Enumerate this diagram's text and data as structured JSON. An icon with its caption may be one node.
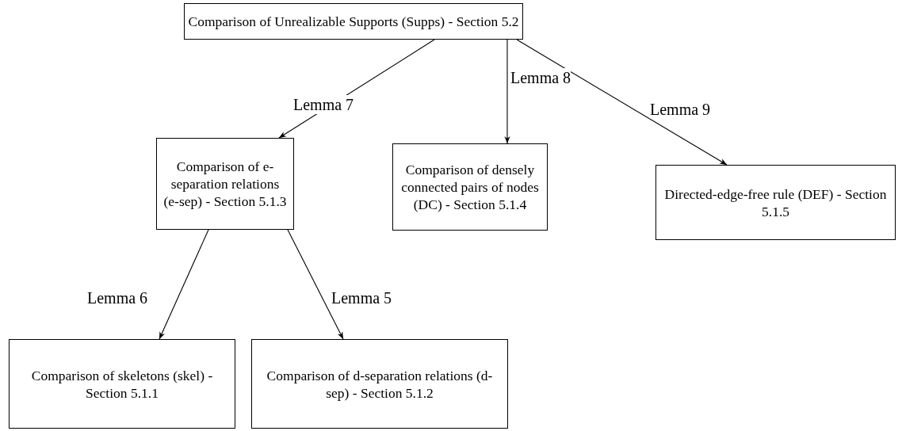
{
  "diagram": {
    "nodes": [
      {
        "text": [
          "Comparison of Unrealizable Supports (Supps) - Section 5.2"
        ]
      },
      {
        "text": [
          "Comparison of e-separation relations (e-sep) - Section 5.1.3"
        ]
      },
      {
        "text": [
          "Comparison of densely connected pairs of nodes (DC) - Section 5.1.4"
        ]
      },
      {
        "text": [
          "Directed-edge-free rule (DEF) - Section 5.1.5"
        ]
      },
      {
        "text": [
          "Comparison of skeletons (skel) - Section 5.1.1"
        ]
      },
      {
        "text": [
          "Comparison of d-separation relations (d-sep) - Section 5.1.2"
        ]
      }
    ],
    "edges": [
      {
        "from": 0,
        "to": 1,
        "arrow": "to",
        "label": "Lemma 7"
      },
      {
        "from": 0,
        "to": 2,
        "arrow": "to",
        "label": "Lemma 8"
      },
      {
        "from": 0,
        "to": 3,
        "arrow": "to",
        "label": "Lemma 9"
      },
      {
        "from": 1,
        "to": 4,
        "arrow": "to",
        "label": "Lemma 6"
      },
      {
        "from": 1,
        "to": 5,
        "arrow": "to",
        "label": "Lemma 5"
      }
    ]
  }
}
